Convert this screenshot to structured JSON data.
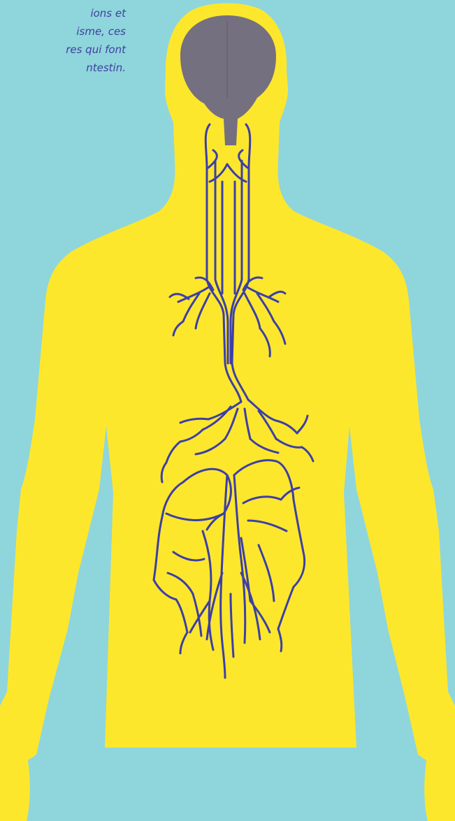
{
  "caption": {
    "lines": [
      "ions et",
      "isme, ces",
      "res qui font",
      "ntestin."
    ]
  },
  "colors": {
    "background": "#8fd5dc",
    "body": "#fde72d",
    "brain": "#75707f",
    "nerves": "#3d3fa6",
    "caption_text": "#3e3f9e"
  },
  "icons": {
    "figure": "human-silhouette",
    "brain": "brain-icon",
    "nervous_system": "vagus-nerve-network"
  }
}
